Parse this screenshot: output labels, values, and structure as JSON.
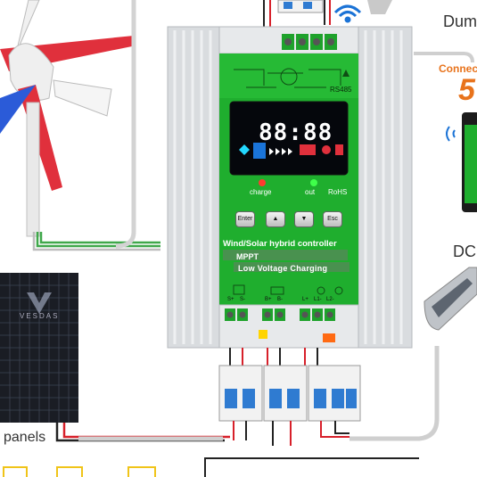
{
  "labels": {
    "dump": "Dum",
    "connect": "Connect",
    "connect_number": "5",
    "dc": "DC",
    "panels": "panels",
    "watermark": "VESDAS"
  },
  "controller": {
    "title": "Wind/Solar hybrid controller",
    "mppt": "MPPT",
    "subtitle": "Low Voltage Charging",
    "port": "RS485",
    "display_value": "88:88",
    "led_charge": "charge",
    "led_out": "out",
    "cert": "RoHS",
    "buttons": [
      "Enter",
      "▲",
      "▼",
      "Esc"
    ],
    "terminals": [
      "S+",
      "S-",
      "B+",
      "B-",
      "L+",
      "L1-",
      "L2-"
    ]
  },
  "colors": {
    "panel_green": "#1fae2e",
    "heatsink": "#d9dcdf",
    "cable_red": "#d7202a",
    "blade_red": "#e0303c",
    "breaker": "#f2f2f2",
    "breaker_blue": "#2f7bd1",
    "accent_orange": "#e8731c"
  }
}
